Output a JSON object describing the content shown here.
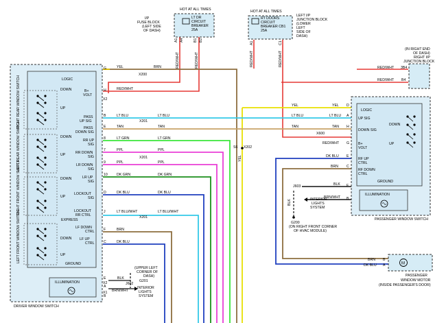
{
  "hot_labels": {
    "left": "HOT AT ALL TIMES",
    "right": "HOT AT ALL TIMES"
  },
  "fuse_block": {
    "location": [
      "I/P",
      "FUSE BLOCK",
      "(LEFT SIDE",
      "OF DASH)"
    ],
    "name": [
      "LT DR",
      "CIRCUIT",
      "BREAKER",
      "25A"
    ],
    "pins": [
      "A1",
      "A4",
      "B1",
      "B2"
    ]
  },
  "junction_block": {
    "name": [
      "RT DOORS",
      "CIRCUIT",
      "BREAKER CB1",
      "25A"
    ],
    "location": [
      "LEFT I/P",
      "JUNCTION BLOCK",
      "(LOWER",
      "LEFT",
      "SIDE OF",
      "DASH)"
    ],
    "pins": [
      "A1",
      "C1"
    ]
  },
  "right_junction": {
    "location": [
      "(IN RIGHT END",
      "OF DASH)",
      "RIGHT I/P",
      "JUNCTION BLOCK"
    ],
    "pins": [
      "3B4",
      "B4"
    ],
    "wires": [
      "RED/WHT",
      "RED/WHT"
    ]
  },
  "wires": {
    "red_wht": "RED/WHT",
    "yel": "YEL",
    "brn": "BRN",
    "lt_blu": "LT BLU",
    "tan": "TAN",
    "lt_grn": "LT GRN",
    "ppl": "PPL",
    "dk_grn": "DK GRN",
    "dk_blu": "DK BLU",
    "lt_blu_wht": "LT BLU/WHT",
    "blk": "BLK",
    "brn_wht": "BRN/WHT"
  },
  "connectors": {
    "x200": "X200",
    "x201": "X201",
    "x202": "X202",
    "x600": "X600",
    "x1": "X1",
    "x2": "X2",
    "s_splice": "S6",
    "j602": "J602",
    "j603": "J603",
    "g201": "G201",
    "g200": "G200"
  },
  "driver_switch": {
    "label": "DRIVER WINDOW SWITCH",
    "logic": "LOGIC",
    "bplus": [
      "B+",
      "VOLT"
    ],
    "rows": [
      [
        "PASS",
        "UP SIG"
      ],
      [
        "PASS",
        "DOWN SIG"
      ],
      [
        "RR UP",
        "SIG"
      ],
      [
        "RR DOWN",
        "SIG"
      ],
      [
        "LR DOWN",
        "SIG"
      ],
      [
        "LR UP",
        "SIG"
      ],
      [
        "LOCKOUT",
        "SIG"
      ],
      [
        "LOCKOUT",
        "RR CTRL"
      ],
      [
        "LF DOWN",
        "CTRL"
      ],
      [
        "LF UP",
        "CTRL"
      ]
    ],
    "express": "EXPRESS",
    "ground": "GROUND",
    "illumination": "ILLUMINATION",
    "down": "DOWN",
    "up": "UP",
    "pins": [
      "G",
      "H",
      "B",
      "E",
      "8",
      "7",
      "9",
      "10",
      "D",
      "J",
      "F",
      "C",
      "E",
      "A",
      "B"
    ],
    "sub_switches": [
      "RIGHT REAR WINDOW SWITCH",
      "LEFT REAR WINDOW SWITCH",
      "RIGHT FRONT WINDOW SWITCH",
      "LEFT FRONT WINDOW SWITCH"
    ]
  },
  "passenger_switch": {
    "label": "PASSENGER WINDOW SWITCH",
    "logic": "LOGIC",
    "rows": [
      [
        "UP SIG"
      ],
      [
        "DOWN SIG"
      ],
      [
        "B+",
        "VOLT"
      ],
      [
        "RF UP",
        "CTRL"
      ],
      [
        "RF DOWN",
        "CTRL"
      ],
      [
        "GROUND"
      ]
    ],
    "illumination": "ILLUMINATION",
    "down": "DOWN",
    "up": "UP",
    "pins": [
      "D",
      "A",
      "H",
      "G",
      "E",
      "C",
      "F",
      "B"
    ]
  },
  "ground_notes": {
    "upper_left": [
      "(UPPER LEFT",
      "CORNER OF",
      "DASH)"
    ],
    "g200": [
      "G200",
      "(ON RIGHT FRONT CORNER",
      "OF HVAC MODULE)"
    ]
  },
  "interior_lights": [
    "INTERIOR",
    "LIGHTS",
    "SYSTEM"
  ],
  "motor": {
    "label": [
      "PASSENGER",
      "WINDOW MOTOR",
      "(INSIDE PASSENGER'S DOOR)"
    ],
    "motor_symbol": "M",
    "pins": [
      "B",
      "A"
    ]
  }
}
